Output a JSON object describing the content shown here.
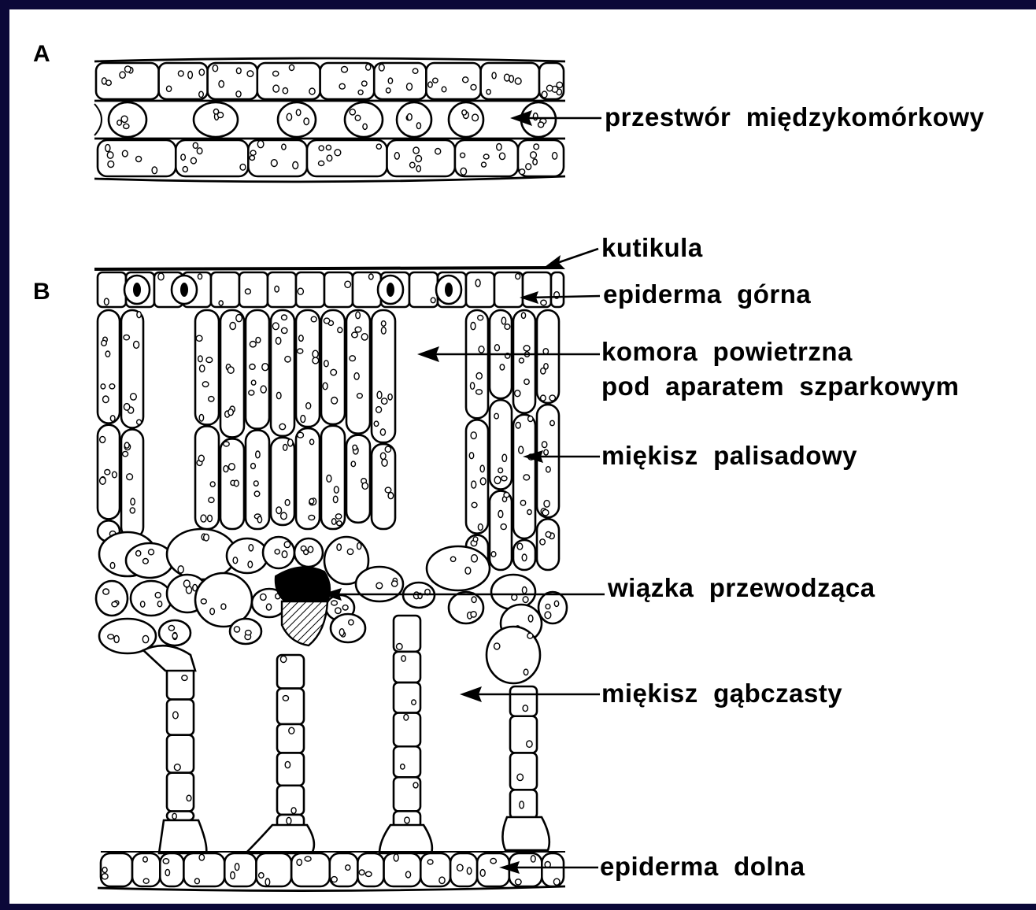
{
  "panels": {
    "a": {
      "letter": "A"
    },
    "b": {
      "letter": "B"
    }
  },
  "labels": {
    "intercellular_space": "przestwór  międzykomórkowy",
    "cuticle": "kutikula",
    "upper_epidermis": "epiderma  górna",
    "air_chamber_line1": "komora  powietrzna",
    "air_chamber_line2": "pod  aparatem  szparkowym",
    "palisade": "miękisz  palisadowy",
    "vascular_bundle": "wiązka  przewodząca",
    "spongy": "miękisz  gąbczasty",
    "lower_epidermis": "epiderma  dolna"
  },
  "colors": {
    "frame": "#0b0838",
    "background": "#ffffff",
    "ink": "#000000"
  }
}
